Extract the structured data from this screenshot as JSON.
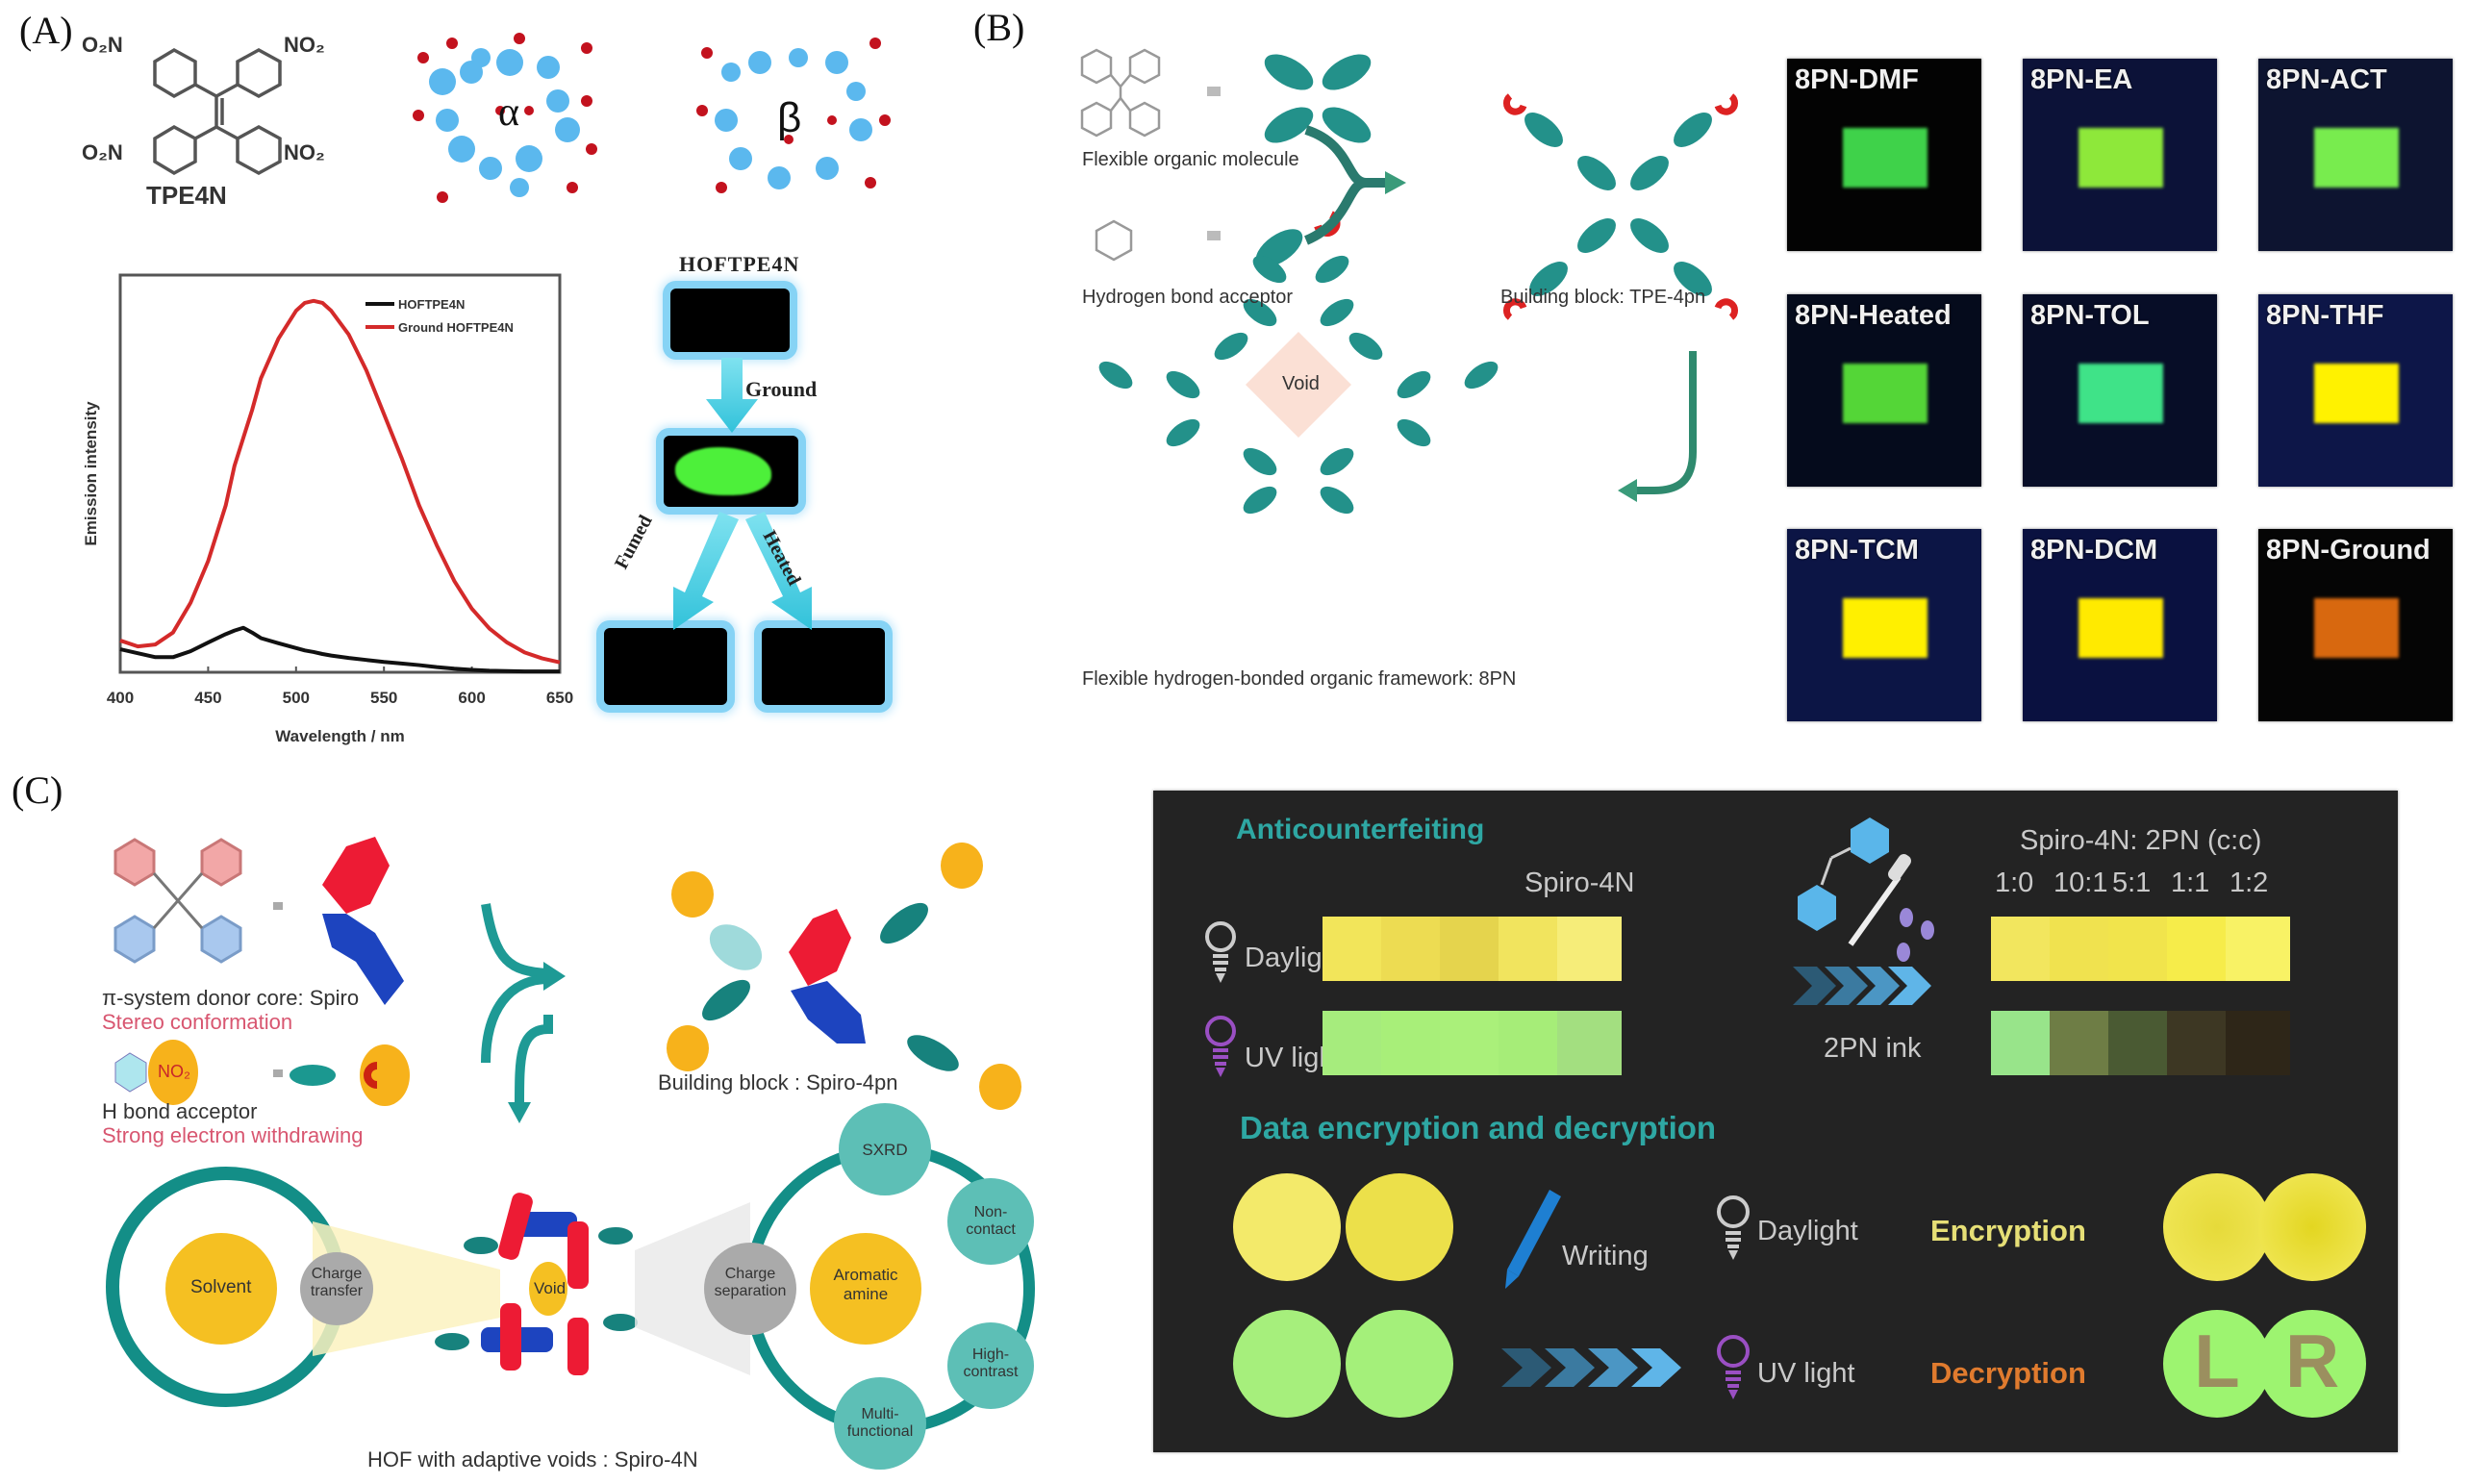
{
  "panels": {
    "A": {
      "letter": "(A)",
      "molecule": {
        "name": "TPE4N",
        "substituents": [
          "O₂N",
          "NO₂",
          "O₂N",
          "NO₂"
        ]
      },
      "crystal_labels": [
        "α",
        "β"
      ],
      "flow": {
        "title": "HOFTPE4N",
        "steps": [
          "Ground",
          "Fumed",
          "Heated"
        ]
      }
    },
    "B": {
      "letter": "(B)",
      "labels": {
        "flexible": "Flexible organic molecule",
        "acceptor": "Hydrogen bond acceptor",
        "building_block": "Building block: TPE-4pn",
        "framework": "Flexible hydrogen-bonded organic framework: 8PN",
        "void": "Void",
        "equals": "="
      },
      "tiles": [
        {
          "label": "8PN-DMF",
          "bg": "#030303",
          "sample": "#3fd24a"
        },
        {
          "label": "8PN-EA",
          "bg": "#0c1238",
          "sample": "#8ee83a"
        },
        {
          "label": "8PN-ACT",
          "bg": "#0d1430",
          "sample": "#78ec4e"
        },
        {
          "label": "8PN-Heated",
          "bg": "#050b1c",
          "sample": "#54d637"
        },
        {
          "label": "8PN-TOL",
          "bg": "#070d27",
          "sample": "#3fe388"
        },
        {
          "label": "8PN-THF",
          "bg": "#0d1648",
          "sample": "#fff200"
        },
        {
          "label": "8PN-TCM",
          "bg": "#0c1545",
          "sample": "#fff000"
        },
        {
          "label": "8PN-DCM",
          "bg": "#0a1140",
          "sample": "#ffea00"
        },
        {
          "label": "8PN-Ground",
          "bg": "#050505",
          "sample": "#d8680f"
        }
      ]
    },
    "C": {
      "letter": "(C)",
      "labels": {
        "donor_core": "π-system donor core: Spiro",
        "stereo": "Stereo conformation",
        "h_acceptor": "H bond acceptor",
        "withdrawing": "Strong electron withdrawing",
        "no2": "NO₂",
        "building_block": "Building block : Spiro-4pn",
        "hof": "HOF with adaptive voids : Spiro-4N",
        "solvent": "Solvent",
        "charge_transfer": "Charge transfer",
        "void": "Void",
        "charge_separation": "Charge separation",
        "aromatic_amine": "Aromatic amine",
        "features": [
          "SXRD",
          "Non-contact",
          "High-contrast",
          "Multi-functional"
        ]
      },
      "applications": {
        "anticounterfeiting": "Anticounterfeiting",
        "spiro_title": "Spiro-4N",
        "daylight": "Daylight",
        "uv": "UV light",
        "ink": "2PN ink",
        "ratio_title": "Spiro-4N: 2PN (c:c)",
        "ratios": [
          "1:0",
          "10:1",
          "5:1",
          "1:1",
          "1:2"
        ],
        "spiro_daylight_colors": [
          "#f2e55a",
          "#eddc52",
          "#e5d44d",
          "#f1e45e",
          "#f6ed79"
        ],
        "spiro_uv_colors": [
          "#a6ec7d",
          "#a8ef79",
          "#aaf07a",
          "#a6ed78",
          "#a3df80"
        ],
        "ratio_daylight_colors": [
          "#f2e65e",
          "#f0e24f",
          "#f1e44c",
          "#f6ec4a",
          "#f8f265"
        ],
        "ratio_uv_colors": [
          "#98e48a",
          "#6e7d45",
          "#4a5a33",
          "#3d3723",
          "#2e2618"
        ],
        "data_title": "Data encryption and decryption",
        "writing": "Writing",
        "encryption": "Encryption",
        "decryption": "Decryption",
        "letters": [
          "L",
          "R"
        ]
      }
    }
  },
  "chart_data": {
    "type": "line",
    "title": "",
    "xlabel": "Wavelength / nm",
    "ylabel": "Emission intensity",
    "xlim": [
      400,
      650
    ],
    "ylim": [
      0,
      100
    ],
    "xticks": [
      400,
      450,
      500,
      550,
      600,
      650
    ],
    "legend": "top-right",
    "grid": false,
    "x": [
      400,
      410,
      420,
      430,
      440,
      450,
      460,
      465,
      470,
      475,
      480,
      490,
      500,
      505,
      510,
      515,
      520,
      530,
      540,
      550,
      560,
      570,
      580,
      590,
      600,
      610,
      620,
      630,
      640,
      650
    ],
    "series": [
      {
        "name": "HOFTPE4N",
        "color": "#111111",
        "values": [
          5.8,
          4.8,
          3.8,
          3.8,
          5.3,
          7.5,
          9.6,
          10.5,
          11.2,
          10.0,
          8.6,
          7.3,
          6.1,
          5.5,
          5.1,
          4.6,
          4.2,
          3.6,
          3.1,
          2.6,
          2.2,
          1.8,
          1.3,
          0.9,
          0.6,
          0.4,
          0.3,
          0.2,
          0.2,
          0.2
        ]
      },
      {
        "name": "Ground HOFTPE4N",
        "color": "#d42a2a",
        "values": [
          8,
          6.5,
          7,
          10,
          17.5,
          28,
          42,
          52,
          59,
          66,
          74,
          84,
          91,
          93,
          93.5,
          93,
          91,
          85,
          76,
          65,
          54,
          42,
          32,
          23,
          16,
          11,
          7.5,
          5,
          3.5,
          2.5
        ]
      }
    ]
  }
}
